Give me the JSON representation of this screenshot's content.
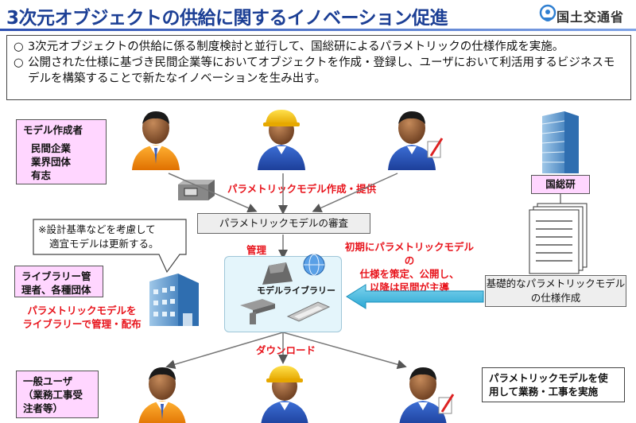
{
  "header": {
    "title": "3次元オブジェクトの供給に関するイノベーション促進",
    "logo_text": "国土交通省",
    "colors": {
      "title": "#1c3f95",
      "rule": "#2d4fb0",
      "red": "#e8141c",
      "pink": "#ffd6ff",
      "library": "#e4f5fb"
    }
  },
  "summary": {
    "bullet": "○",
    "items": [
      "3次元オブジェクトの供給に係る制度検討と並行して、国総研によるパラメトリックの仕様作成を実施。",
      "公開された仕様に基づき民間企業等においてオブジェクトを作成・登録し、ユーザにおいて利活用するビジネスモデルを構築することで新たなイノベーションを生み出す。"
    ]
  },
  "diagram": {
    "creators_box": {
      "title": "モデル作成者",
      "lines": [
        "民間企業",
        "業界団体",
        "有志"
      ]
    },
    "label_create_provide": "パラメトリックモデル作成・提供",
    "review_box": "パラメトリックモデルの審査",
    "nilim_box": "国総研",
    "note_callout": {
      "lines": [
        "※設計基準などを考慮して",
        "適宜モデルは更新する。"
      ]
    },
    "label_manage": "管理",
    "initial_note": {
      "lines": [
        "初期にパラメトリックモデルの",
        "仕様を策定、公開し、",
        "以降は民間が主導"
      ]
    },
    "library_managers_box": {
      "lines": [
        "ライブラリー管",
        "理者、各種団体"
      ]
    },
    "library_label": "モデルライブラリー",
    "manage_distribute": {
      "lines": [
        "パラメトリックモデルを",
        "ライブラリーで管理・配布"
      ]
    },
    "spec_box": {
      "lines": [
        "基礎的なパラメトリックモデル",
        "の仕様作成"
      ]
    },
    "label_download": "ダウンロード",
    "users_box": {
      "lines": [
        "一般ユーザ",
        "（業務工事受",
        "注者等）"
      ]
    },
    "users_use_box": {
      "lines": [
        "パラメトリックモデルを使",
        "用して業務・工事を実施"
      ]
    },
    "icons": [
      "businessman-icon",
      "construction-worker-icon",
      "engineer-icon",
      "office-building-icon",
      "scanner-device-icon",
      "documents-icon",
      "globe-icon",
      "arrow-icon"
    ]
  }
}
